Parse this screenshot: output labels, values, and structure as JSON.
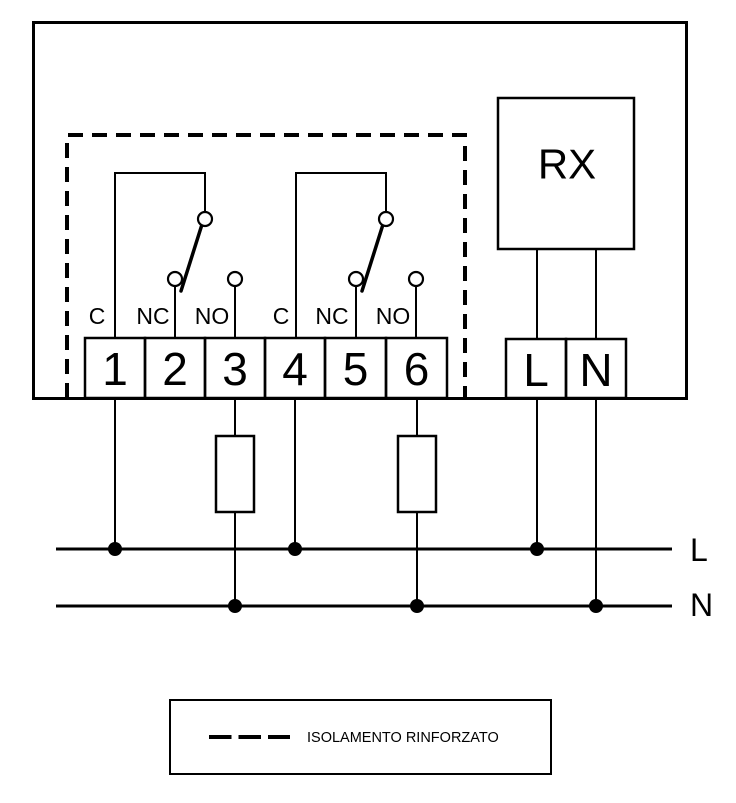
{
  "diagram": {
    "title": "relay-output-wiring-diagram",
    "insulation_boundary": {
      "style": "dashed"
    },
    "relay1": {
      "c_label": "C",
      "nc_label": "NC",
      "no_label": "NO"
    },
    "relay2": {
      "c_label": "C",
      "nc_label": "NC",
      "no_label": "NO"
    },
    "terminal_numbers": [
      "1",
      "2",
      "3",
      "4",
      "5",
      "6"
    ],
    "receiver": {
      "label": "RX"
    },
    "power_terminals": {
      "live": "L",
      "neutral": "N"
    },
    "supply_lines": {
      "live_label": "L",
      "neutral_label": "N"
    },
    "legend": {
      "text": "ISOLAMENTO RINFORZATO"
    },
    "colors": {
      "stroke": "#000000",
      "background": "#ffffff"
    }
  }
}
